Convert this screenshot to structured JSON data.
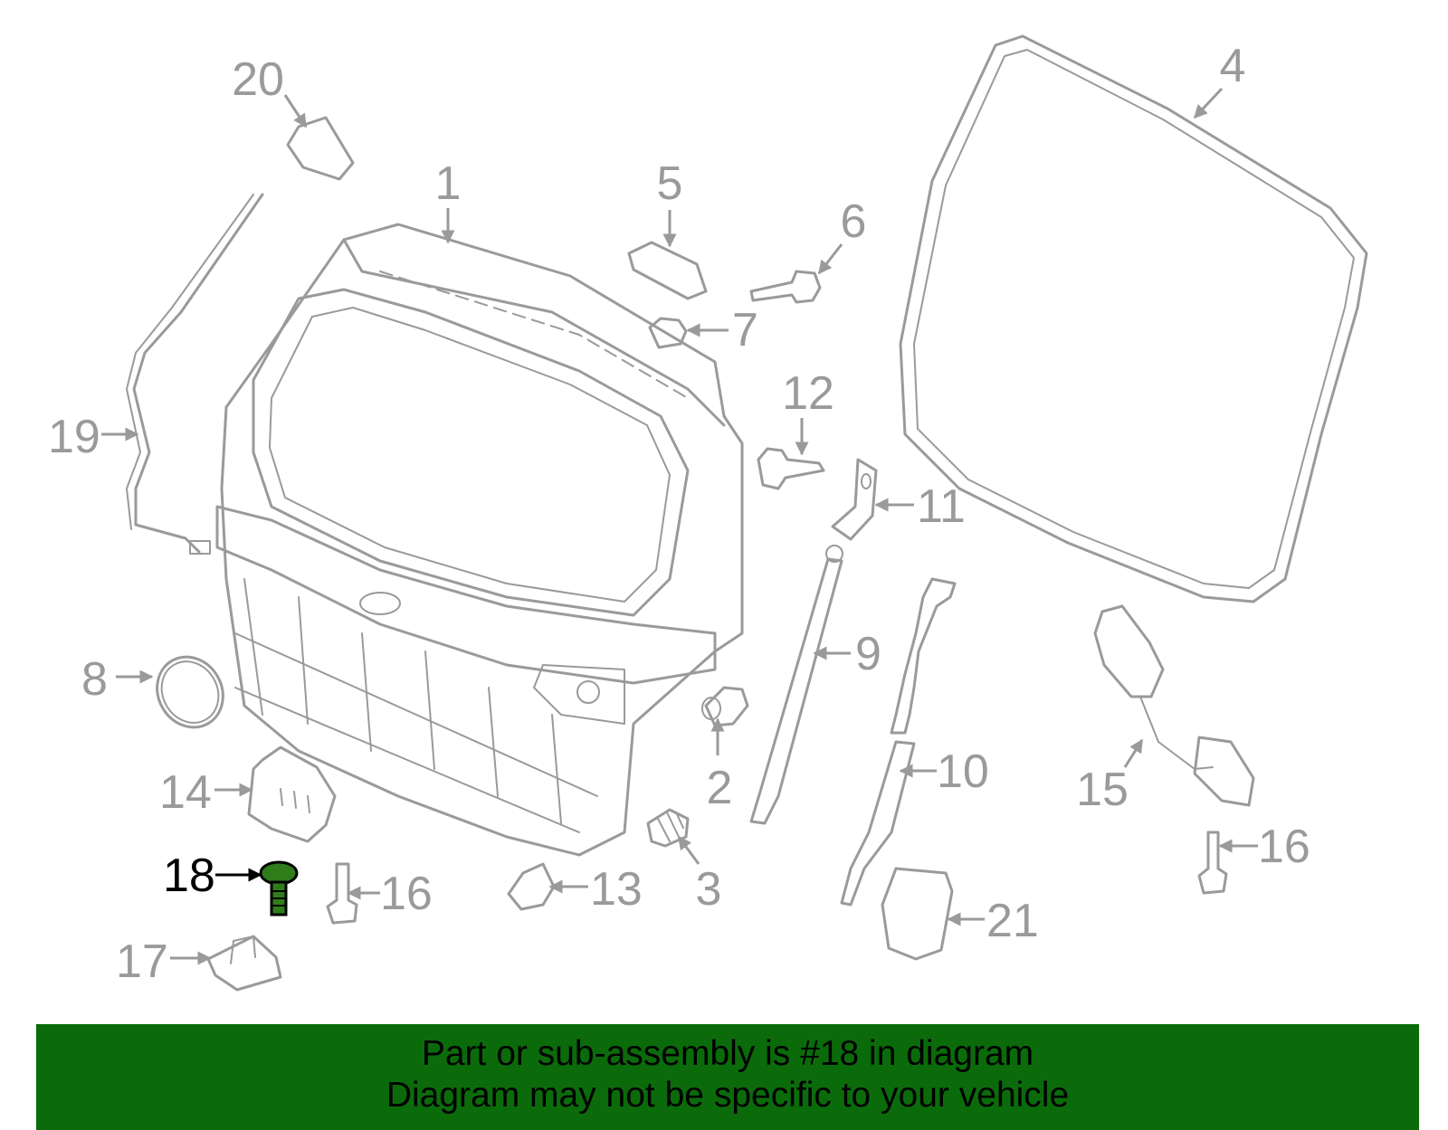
{
  "diagram": {
    "highlight_color": "#0b6b0b",
    "line_color": "#9a9a9a",
    "highlighted_part": "18",
    "callouts": [
      {
        "id": "c1",
        "label": "1"
      },
      {
        "id": "c2",
        "label": "2"
      },
      {
        "id": "c3",
        "label": "3"
      },
      {
        "id": "c4",
        "label": "4"
      },
      {
        "id": "c5",
        "label": "5"
      },
      {
        "id": "c6",
        "label": "6"
      },
      {
        "id": "c7",
        "label": "7"
      },
      {
        "id": "c8",
        "label": "8"
      },
      {
        "id": "c9",
        "label": "9"
      },
      {
        "id": "c10",
        "label": "10"
      },
      {
        "id": "c11",
        "label": "11"
      },
      {
        "id": "c12",
        "label": "12"
      },
      {
        "id": "c13",
        "label": "13"
      },
      {
        "id": "c14",
        "label": "14"
      },
      {
        "id": "c15",
        "label": "15"
      },
      {
        "id": "c16a",
        "label": "16"
      },
      {
        "id": "c16b",
        "label": "16"
      },
      {
        "id": "c17",
        "label": "17"
      },
      {
        "id": "c18",
        "label": "18"
      },
      {
        "id": "c19",
        "label": "19"
      },
      {
        "id": "c20",
        "label": "20"
      },
      {
        "id": "c21",
        "label": "21"
      }
    ]
  },
  "banner": {
    "line1": "Part or sub-assembly is #18 in diagram",
    "line2": "Diagram may not be specific to your vehicle"
  }
}
